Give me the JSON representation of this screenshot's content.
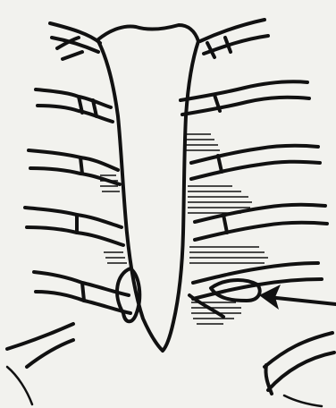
{
  "page": {
    "bleed_text": "",
    "caption": ""
  },
  "figure": {
    "subject": "rib-cage-sketch",
    "hatched_regions": [
      "right-mid-ribs",
      "right-lower-ribs"
    ],
    "arrow": "pointing-left-at-lower-right-ribs"
  },
  "colors": {
    "ink": "#111111",
    "paper": "#f2f2ee",
    "bleed": "#cfcfca"
  }
}
